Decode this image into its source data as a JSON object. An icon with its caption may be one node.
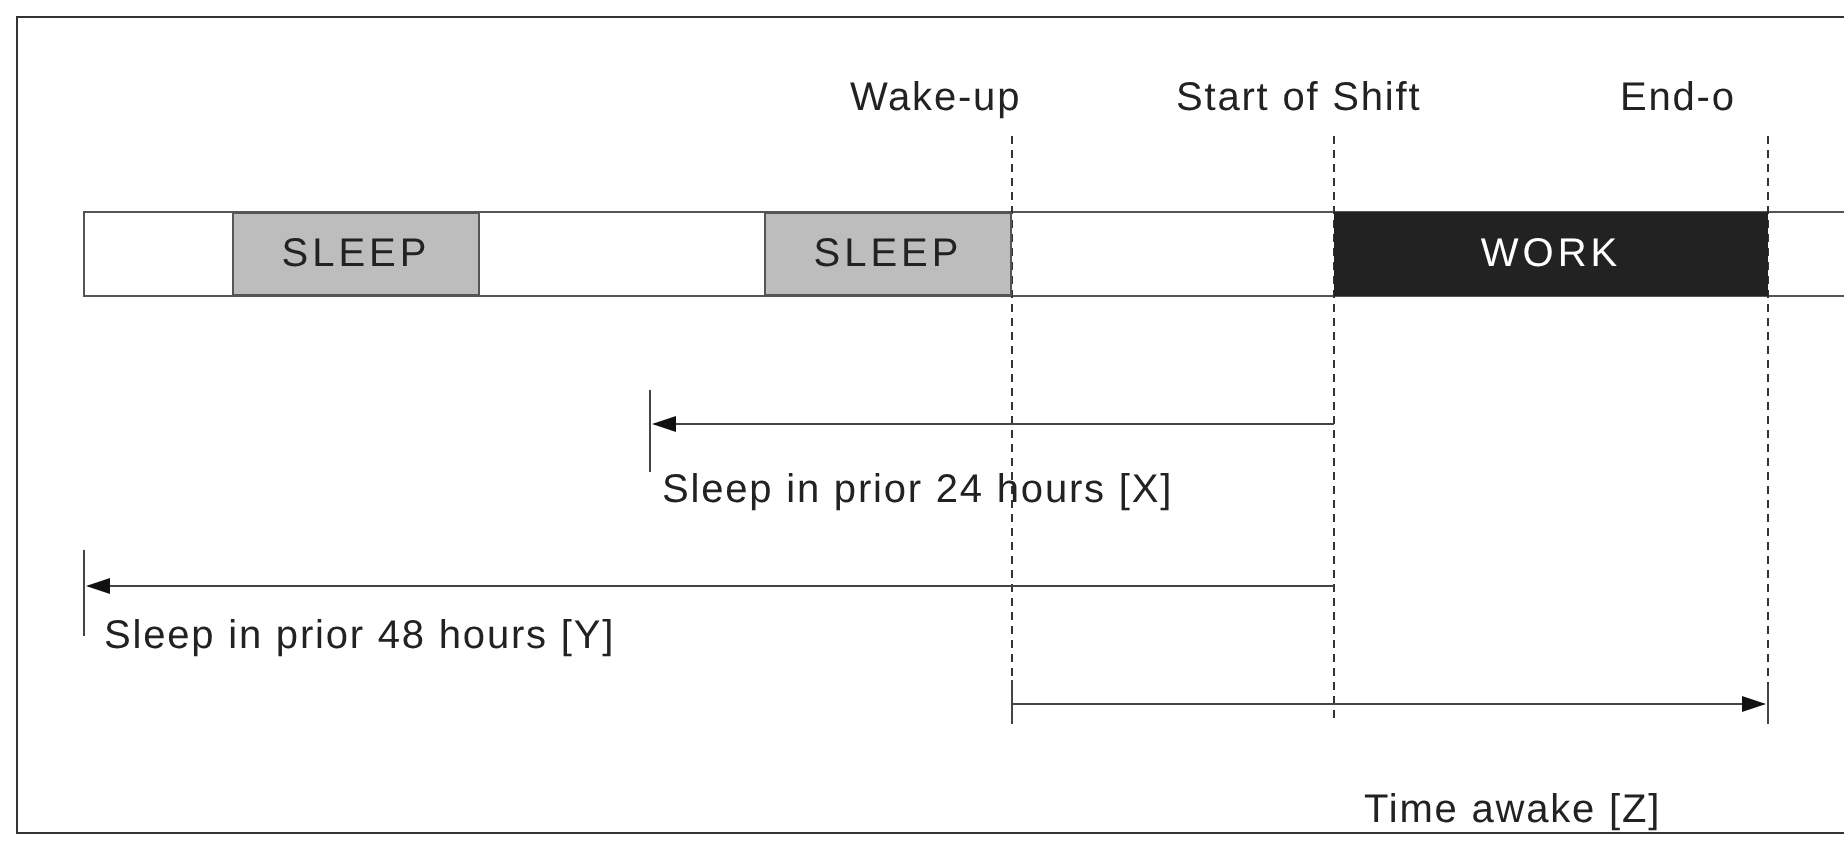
{
  "diagram": {
    "nodes": [
      {
        "text": [
          "SLEEP"
        ]
      },
      {
        "text": [
          "SLEEP"
        ]
      },
      {
        "text": [
          "WORK"
        ]
      }
    ],
    "edges": [],
    "labels": [
      "Wake-up",
      "Start of Shift",
      "End-o",
      "Sleep in prior 24 hours [X]",
      "Sleep in prior 48 hours [Y]",
      "Time awake [Z]"
    ]
  }
}
